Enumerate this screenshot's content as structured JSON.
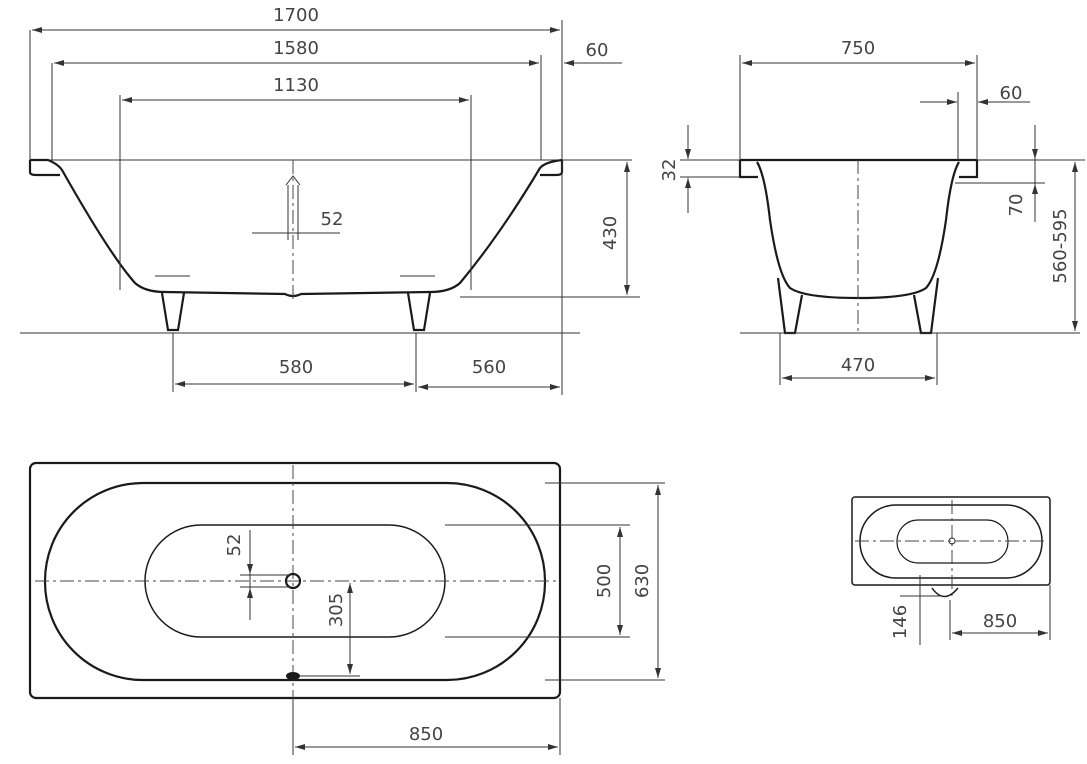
{
  "side_view": {
    "d1700": "1700",
    "d1580": "1580",
    "d60": "60",
    "d1130": "1130",
    "d52": "52",
    "d430": "430",
    "d580": "580",
    "d560": "560"
  },
  "end_view": {
    "d750": "750",
    "d60": "60",
    "d32": "32",
    "d70": "70",
    "d560_595": "560-595",
    "d470": "470"
  },
  "plan_view": {
    "d52": "52",
    "d305": "305",
    "d500": "500",
    "d630": "630",
    "d850": "850"
  },
  "small_plan": {
    "d146": "146",
    "d850": "850"
  },
  "colors": {
    "line": "#1a1a1a",
    "text": "#444444"
  }
}
